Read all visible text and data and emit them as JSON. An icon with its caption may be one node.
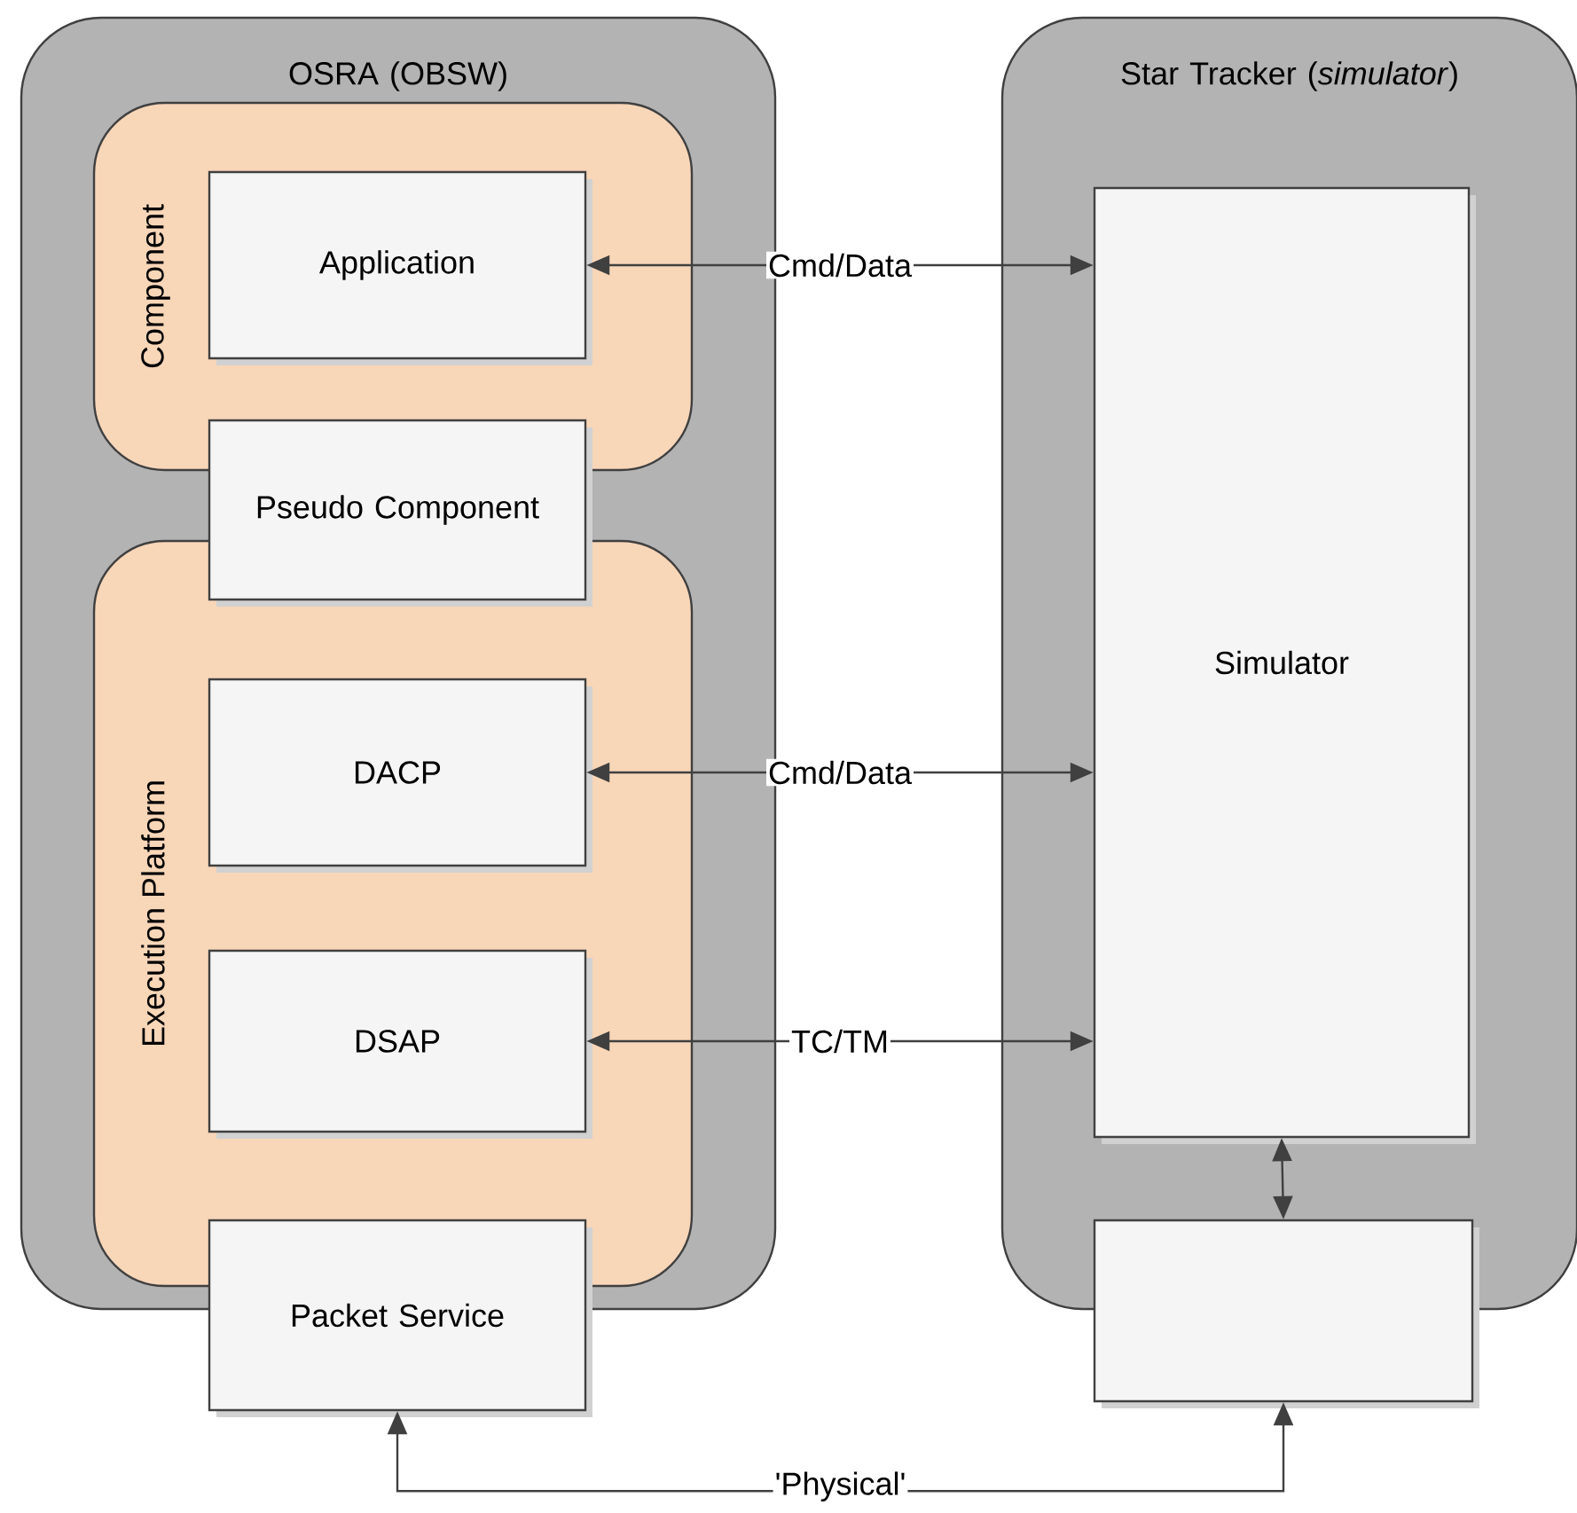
{
  "diagram": {
    "nodes": [
      {
        "text": [
          "OSRA (OBSW)"
        ]
      },
      {
        "text": [
          "Component"
        ],
        "in": 0
      },
      {
        "text": [
          "Application"
        ],
        "in": 1
      },
      {
        "text": [
          "Pseudo Component"
        ],
        "in": 0
      },
      {
        "text": [
          "Execution Platform"
        ],
        "in": 0
      },
      {
        "text": [
          "DACP"
        ],
        "in": 4
      },
      {
        "text": [
          "DSAP"
        ],
        "in": 4
      },
      {
        "text": [
          "Packet Service"
        ]
      },
      {
        "text": [
          "Star Tracker (*simulator*)"
        ]
      },
      {
        "text": [
          "Simulator"
        ],
        "in": 8
      },
      {
        "text": [],
        "shape": "box"
      }
    ],
    "edges": [
      {
        "from": 2,
        "to": 9,
        "arrow": "both",
        "label": "Cmd/Data"
      },
      {
        "from": 5,
        "to": 9,
        "arrow": "both",
        "label": "Cmd/Data"
      },
      {
        "from": 6,
        "to": 9,
        "arrow": "both",
        "label": "TC/TM"
      },
      {
        "from": 9,
        "to": 10,
        "arrow": "both"
      },
      {
        "from": 7,
        "to": 10,
        "arrow": "both",
        "label": "'Physical'"
      }
    ]
  }
}
